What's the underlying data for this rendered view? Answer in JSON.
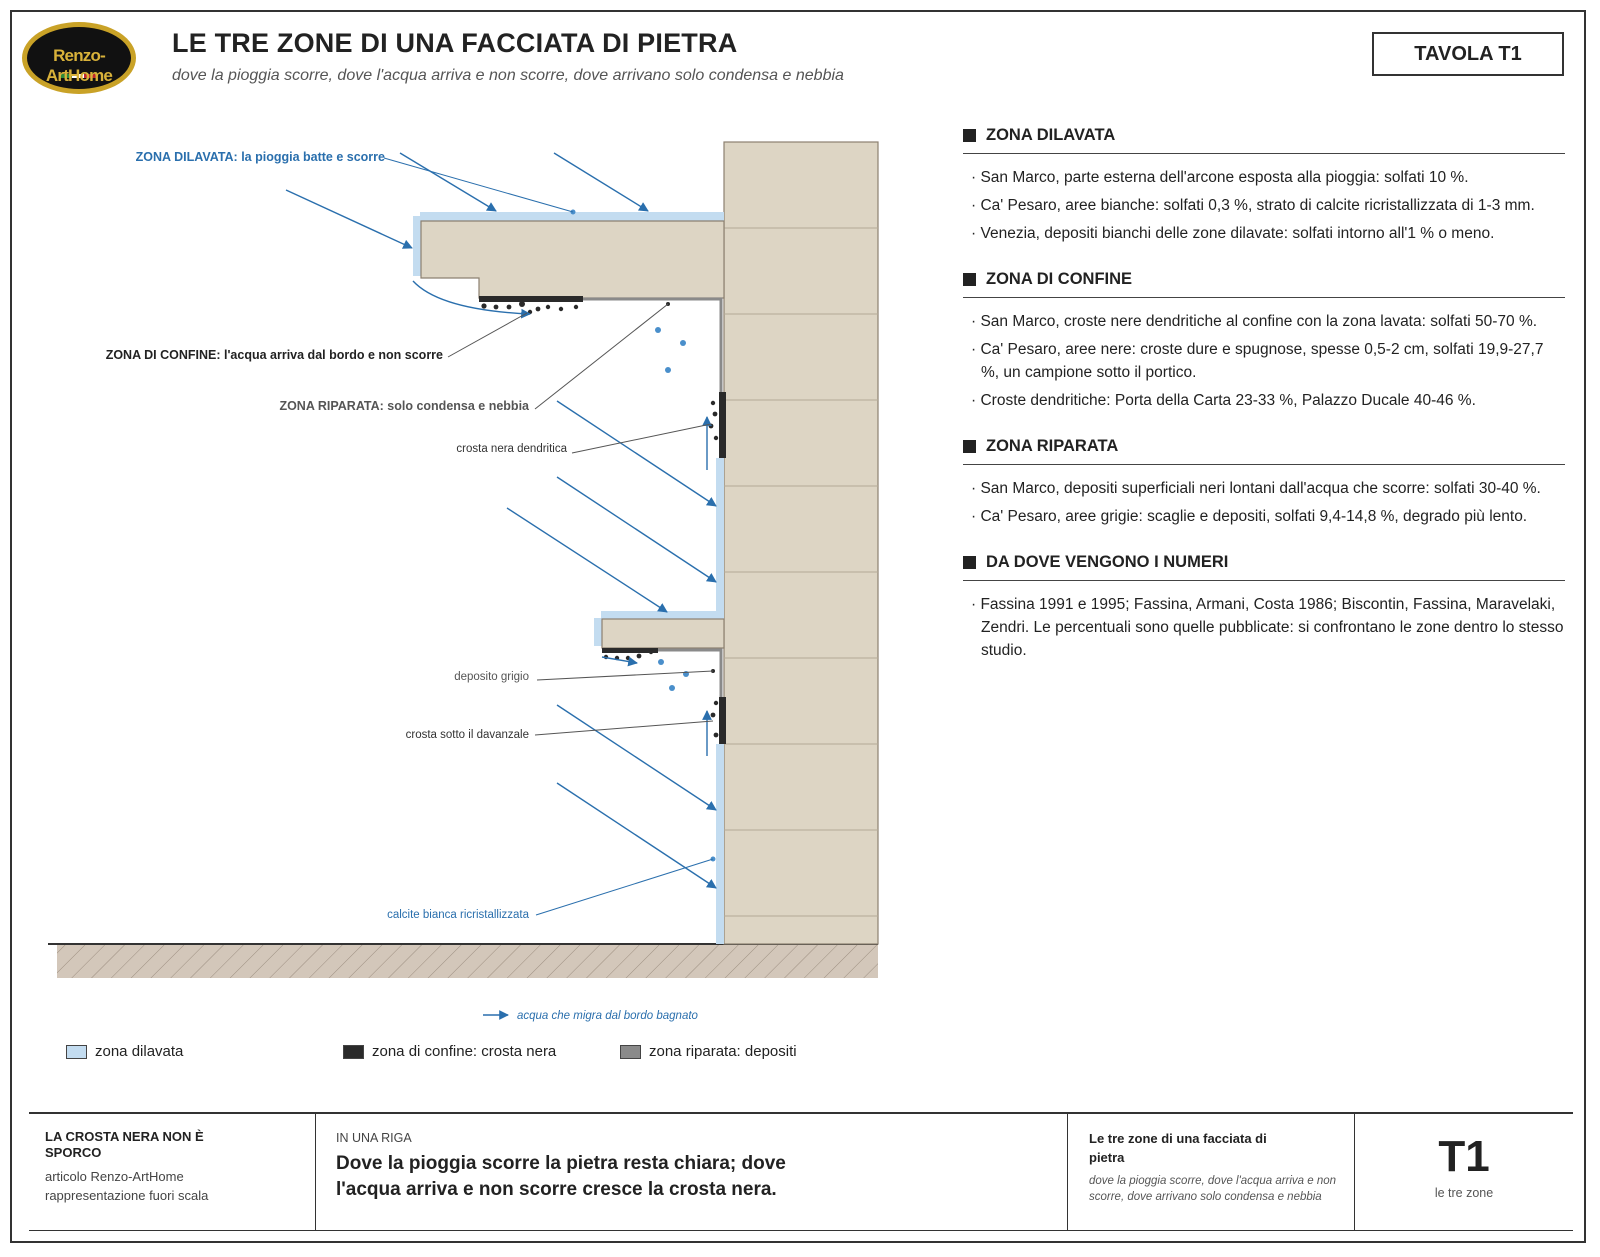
{
  "header": {
    "logo_text": "Renzo-ArtHome",
    "title": "LE TRE ZONE DI UNA FACCIATA DI PIETRA",
    "subtitle": "dove la pioggia scorre, dove l'acqua arriva e non scorre, dove arrivano solo condensa e nebbia",
    "tavola": "TAVOLA T1"
  },
  "diagram": {
    "labels": {
      "dilavata": "ZONA DILAVATA: la pioggia batte e scorre",
      "confine": "ZONA DI CONFINE: l'acqua arriva dal bordo e non scorre",
      "riparata": "ZONA RIPARATA: solo condensa e nebbia",
      "crosta_dendritica": "crosta nera dendritica",
      "deposito_grigio": "deposito grigio",
      "crosta_davanzale": "crosta sotto il davanzale",
      "calcite": "calcite bianca ricristallizzata",
      "acqua_migra": "acqua che migra dal bordo bagnato"
    },
    "colors": {
      "stone": "#ddd5c4",
      "washed": "#c3dcf0",
      "crust": "#2a2a2a",
      "deposit": "#8a8a8a",
      "accent_blue": "#2a6fad",
      "ground": "#d3c7ba"
    }
  },
  "legend": [
    {
      "label": "zona dilavata",
      "color": "#c3dcf0"
    },
    {
      "label": "zona di confine: crosta nera",
      "color": "#2a2a2a"
    },
    {
      "label": "zona riparata: depositi",
      "color": "#8a8a8a"
    }
  ],
  "sections": [
    {
      "heading": "ZONA DILAVATA",
      "items": [
        "San Marco, parte esterna dell'arcone esposta alla pioggia: solfati 10 %.",
        "Ca' Pesaro, aree bianche: solfati 0,3 %, strato di calcite ricristallizzata di 1-3 mm.",
        "Venezia, depositi bianchi delle zone dilavate: solfati intorno all'1 % o meno."
      ]
    },
    {
      "heading": "ZONA DI CONFINE",
      "items": [
        "San Marco, croste nere dendritiche al confine con la zona lavata: solfati 50-70 %.",
        "Ca' Pesaro, aree nere: croste dure e spugnose, spesse 0,5-2 cm, solfati 19,9-27,7 %, un campione sotto il portico.",
        "Croste dendritiche: Porta della Carta 23-33 %, Palazzo Ducale 40-46 %."
      ]
    },
    {
      "heading": "ZONA RIPARATA",
      "items": [
        "San Marco, depositi superficiali neri lontani dall'acqua che scorre: solfati 30-40 %.",
        "Ca' Pesaro, aree grigie: scaglie e depositi, solfati 9,4-14,8 %, degrado più lento."
      ]
    },
    {
      "heading": "DA DOVE VENGONO I NUMERI",
      "items": [
        "Fassina 1991 e 1995; Fassina, Armani, Costa 1986; Biscontin, Fassina, Maravelaki, Zendri. Le percentuali sono quelle pubblicate: si confrontano le zone dentro lo stesso studio."
      ]
    }
  ],
  "footer": {
    "col1_title": "LA CROSTA NERA NON È SPORCO",
    "col1_line1": "articolo Renzo-ArtHome",
    "col1_line2": "rappresentazione fuori scala",
    "col2_label": "IN UNA RIGA",
    "col2_text": "Dove la pioggia scorre la pietra resta chiara; dove l'acqua arriva e non scorre cresce la crosta nera.",
    "col3_title": "Le tre zone di una facciata di pietra",
    "col3_sub": "dove la pioggia scorre, dove l'acqua arriva e non scorre, dove arrivano solo condensa e nebbia",
    "col4_code": "T1",
    "col4_sub": "le tre zone"
  }
}
